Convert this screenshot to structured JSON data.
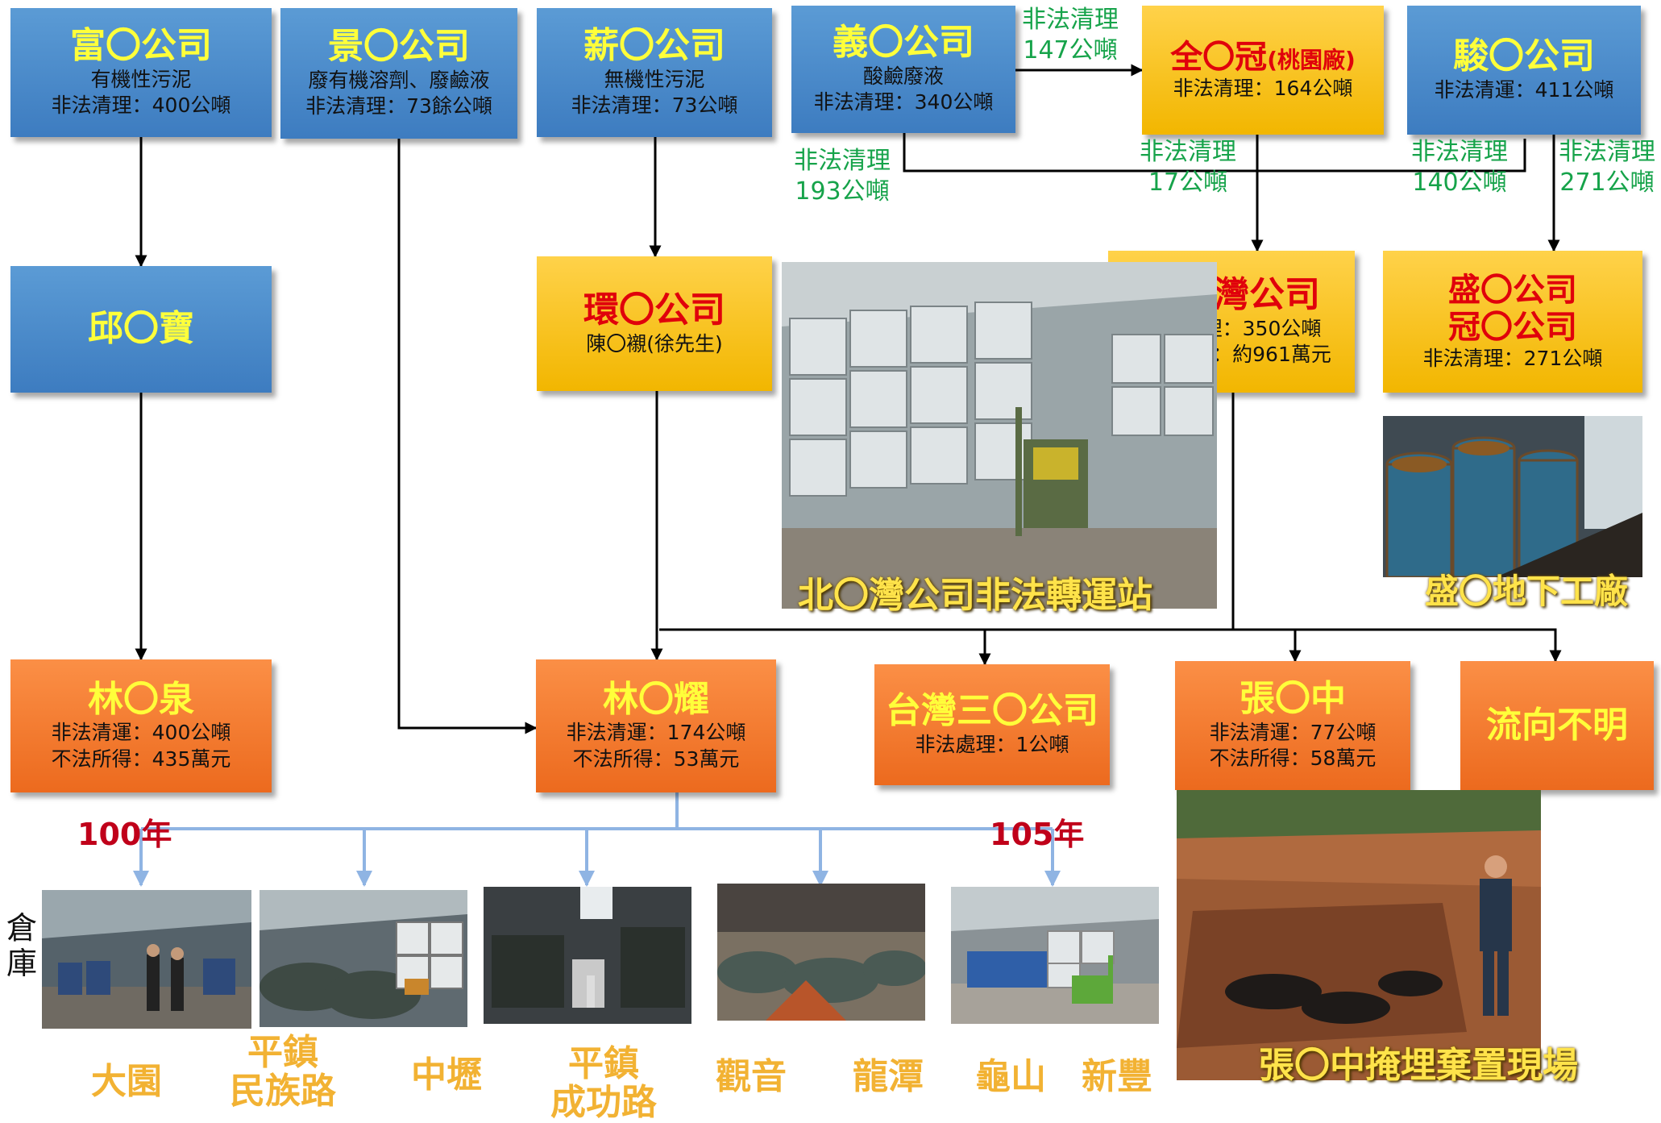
{
  "nodes": {
    "fu": {
      "title": "富〇公司",
      "line1": "有機性污泥",
      "line2": "非法清理：400公噸"
    },
    "jing": {
      "title": "景〇公司",
      "line1": "廢有機溶劑、廢鹼液",
      "line2": "非法清理：73餘公噸"
    },
    "xin": {
      "title": "薪〇公司",
      "line1": "無機性污泥",
      "line2": "非法清理：73公噸"
    },
    "yi": {
      "title": "義〇公司",
      "line1": "酸鹼廢液",
      "line2": "非法清理：340公噸"
    },
    "quan": {
      "title": "全〇冠",
      "title_suffix": "(桃園廠)",
      "line1": "非法清理：164公噸"
    },
    "jun": {
      "title": "駿〇公司",
      "line1": "非法清運：411公噸"
    },
    "qiu": {
      "title": "邱〇寶"
    },
    "huan": {
      "title": "環〇公司",
      "line1": "陳〇襯(徐先生)"
    },
    "bei": {
      "title": "北〇灣公司",
      "line1": "非法清理：350公噸",
      "line2": "不法所得：約961萬元"
    },
    "sheng": {
      "title1": "盛〇公司",
      "title2": "冠〇公司",
      "line1": "非法清理：271公噸"
    },
    "linquan": {
      "title": "林〇泉",
      "line1": "非法清運：400公噸",
      "line2": "不法所得：435萬元"
    },
    "linyao": {
      "title": "林〇耀",
      "line1": "非法清運：174公噸",
      "line2": "不法所得：53萬元"
    },
    "taiwan": {
      "title": "台灣三〇公司",
      "line1": "非法處理：1公噸"
    },
    "zhang": {
      "title": "張〇中",
      "line1": "非法清運：77公噸",
      "line2": "不法所得：58萬元"
    },
    "unknown": {
      "title": "流向不明"
    }
  },
  "flow_labels": {
    "yi_quan": [
      "非法清理",
      "147公噸"
    ],
    "yi_down": [
      "非法清理",
      "193公噸"
    ],
    "quan_down": [
      "非法清理",
      "17公噸"
    ],
    "jun_left": [
      "非法清理",
      "140公噸"
    ],
    "jun_right": [
      "非法清理",
      "271公噸"
    ]
  },
  "photo_captions": {
    "bei_station": "北〇灣公司非法轉運站",
    "sheng_factory": "盛〇地下工廠",
    "zhang_site": "張〇中掩埋棄置現場"
  },
  "years": {
    "start": "100年",
    "end": "105年"
  },
  "warehouse_label": [
    "倉",
    "庫"
  ],
  "places": [
    {
      "lines": [
        "大園"
      ]
    },
    {
      "lines": [
        "平鎮",
        "民族路"
      ]
    },
    {
      "lines": [
        "中壢"
      ]
    },
    {
      "lines": [
        "平鎮",
        "成功路"
      ]
    },
    {
      "lines": [
        "觀音"
      ]
    },
    {
      "lines": [
        "龍潭"
      ]
    },
    {
      "lines": [
        "龜山"
      ]
    },
    {
      "lines": [
        "新豐"
      ]
    }
  ],
  "colors": {
    "source_box": "#4a8ccc",
    "middle_box": "#f7c21c",
    "end_box": "#f47b30",
    "box_title_yellow": "#ffff3a",
    "box_title_red": "#e0000b",
    "flow_label_green": "#16a34a",
    "year_red": "#c0001a",
    "place_gold": "#f2b233",
    "timeline_blue": "#8fb4e3"
  }
}
